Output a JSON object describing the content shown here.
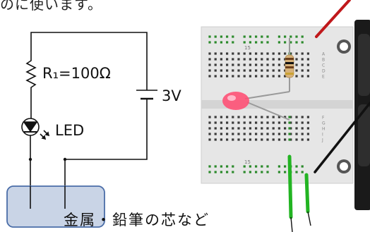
{
  "intro_text_fragment": "のに使います。",
  "schematic": {
    "resistor_label": "R₁=100Ω",
    "battery_label": "3V",
    "led_label": "LED",
    "probe_label": "金属・鉛筆の芯など"
  },
  "breadboard": {
    "row_numbers": [
      "15",
      "15"
    ],
    "row_letters_top": [
      "A",
      "B",
      "C",
      "D",
      "E"
    ],
    "row_letters_bottom": [
      "F",
      "G",
      "H",
      "I",
      "J"
    ],
    "colors": {
      "board": "#e6e6e6",
      "hole": "#3a3a3a",
      "rail_hole": "#2b8a2b",
      "led": "#ff4d73",
      "wire_red": "#c0181b",
      "wire_black": "#111111",
      "probe_green": "#22b422",
      "battery": "#1a1a1a",
      "probe_box": "#c9d4e6"
    }
  }
}
